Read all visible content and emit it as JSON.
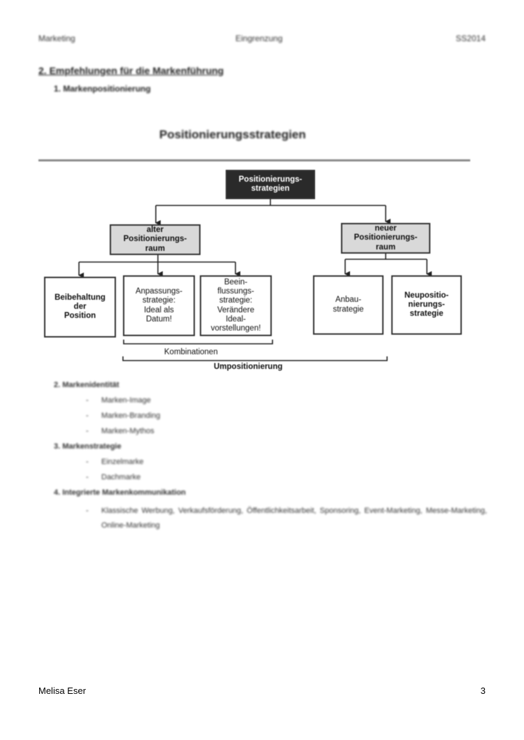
{
  "header": {
    "left": "Marketing",
    "center": "Eingrenzung",
    "right": "SS2014"
  },
  "section": {
    "heading": "2. Empfehlungen für die Markenführung",
    "sub": "1. Markenpositionierung"
  },
  "figure": {
    "title": "Positionierungsstrategien",
    "root": "Positionierungs-\nstrategien",
    "alt": "alter\nPositionierungs-\nraum",
    "neu": "neuer\nPositionierungs-\nraum",
    "leaves": {
      "beibehaltung": "Beibehaltung\nder\nPosition",
      "anpassung": "Anpassungs-\nstrategie:\nIdeal als\nDatum!",
      "beeinflussung": "Beein-\nflussungs-\nstrategie:\nVerändere\nIdeal-\nvorstellungen!",
      "anbau": "Anbau-\nstrategie",
      "neupositionierung": "Neupositio-\nnierungs-\nstrategie"
    },
    "kombinationen": "Kombinationen",
    "umpositionierung": "Umpositionierung"
  },
  "list": {
    "i2": "2. Markenidentität",
    "i2a": "Marken-Image",
    "i2b": "Marken-Branding",
    "i2c": "Marken-Mythos",
    "i3": "3. Markenstrategie",
    "i3a": "Einzelmarke",
    "i3b": "Dachmarke",
    "i4": "4. Integrierte Markenkommunikation",
    "i4a": "Klassische Werbung, Verkaufsförderung, Öffentlichkeitsarbeit, Sponsoring, Event-Marketing, Messe-Marketing, Online-Marketing"
  },
  "footer": {
    "author": "Melisa Eser",
    "page": "3"
  }
}
